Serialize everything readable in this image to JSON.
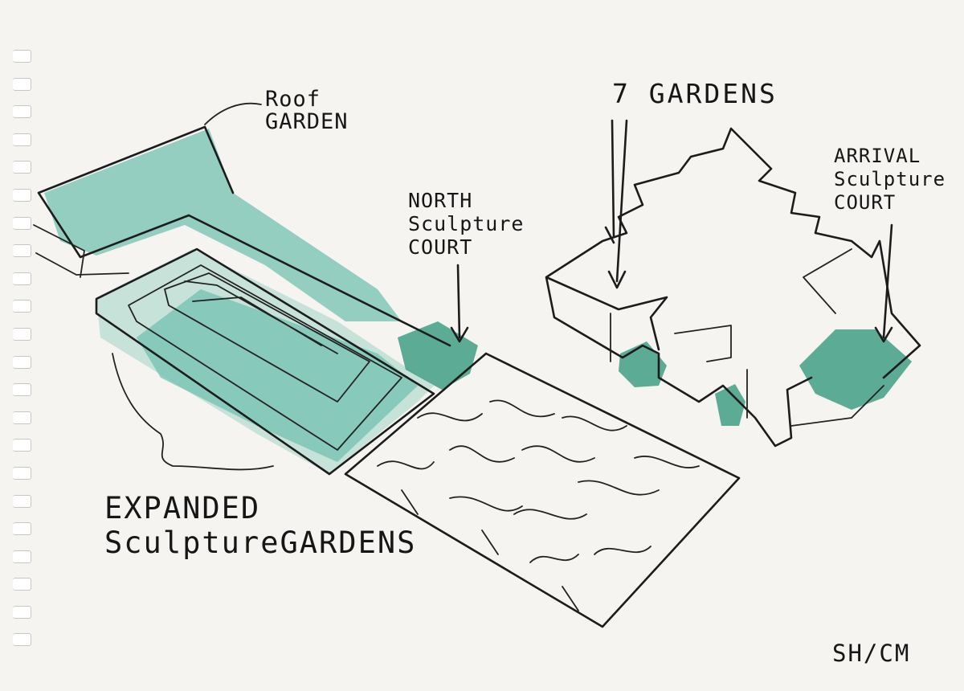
{
  "labels": {
    "roof_garden": [
      "Roof",
      "GARDEN"
    ],
    "seven_gardens": "7 GARDENS",
    "north_court": [
      "NORTH",
      "Sculpture",
      "COURT"
    ],
    "arrival_court": [
      "ARRIVAL",
      "Sculpture",
      "COURT"
    ],
    "expanded": [
      "EXPANDED",
      "SculptureGARDENS"
    ],
    "signature": "SH/CM"
  },
  "colors": {
    "paper": "#f5f4f1",
    "ink": "#1c1c1c",
    "watercolor_green": "#6fbfae",
    "watercolor_dark_green": "#3f9e85"
  }
}
